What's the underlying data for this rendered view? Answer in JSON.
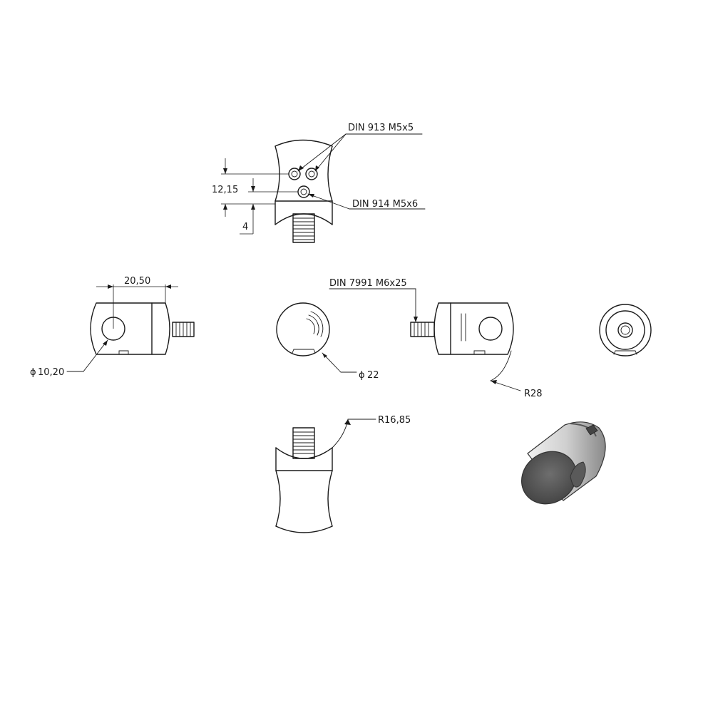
{
  "labels": {
    "din913": "DIN 913 M5x5",
    "din914": "DIN 914 M5x6",
    "dim_12_15": "12,15",
    "dim_4": "4",
    "dim_20_50": "20,50",
    "din7991": "DIN 7991 M6x25",
    "dia_10_20": "10,20",
    "dia_22": "22",
    "r28": "R28",
    "r16_85": "R16,85",
    "diameter_symbol": "ϕ"
  },
  "colors": {
    "line": "#1a1a1a",
    "background": "#ffffff",
    "render_dark": "#5a5a5a",
    "render_light": "#d9d9d9"
  }
}
